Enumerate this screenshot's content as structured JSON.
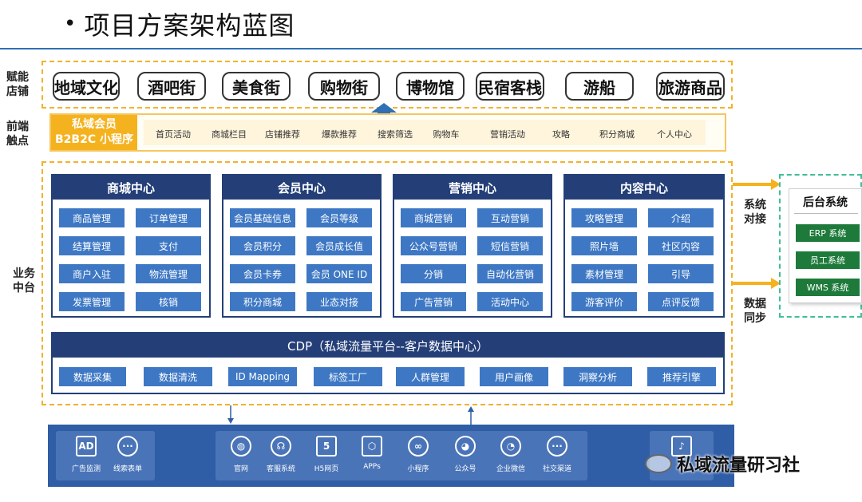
{
  "header": {
    "bullet": "•",
    "title": "项目方案架构蓝图"
  },
  "side_labels": {
    "stores": "赋能\n店铺",
    "frontend": "前端\n触点",
    "middle": "业务\n中台",
    "sys_connect": "系统\n对接",
    "data_sync": "数据\n同步"
  },
  "stores": [
    "地域文化",
    "酒吧街",
    "美食街",
    "购物街",
    "博物馆",
    "民宿客栈",
    "游船",
    "旅游商品"
  ],
  "frontend": {
    "member_line1": "私域会员",
    "member_line2": "B2B2C 小程序",
    "touchpoints": [
      "首页活动",
      "商城栏目",
      "店铺推荐",
      "爆款推荐",
      "搜索筛选",
      "购物车",
      "营销活动",
      "攻略",
      "积分商城",
      "个人中心"
    ]
  },
  "centers": [
    {
      "title": "商城中心",
      "items": [
        "商品管理",
        "订单管理",
        "结算管理",
        "支付",
        "商户入驻",
        "物流管理",
        "发票管理",
        "核销"
      ]
    },
    {
      "title": "会员中心",
      "items": [
        "会员基础信息",
        "会员等级",
        "会员积分",
        "会员成长值",
        "会员卡券",
        "会员 ONE ID",
        "积分商城",
        "业态对接"
      ]
    },
    {
      "title": "营销中心",
      "items": [
        "商城营销",
        "互动营销",
        "公众号营销",
        "短信营销",
        "分销",
        "自动化营销",
        "广告营销",
        "活动中心"
      ]
    },
    {
      "title": "内容中心",
      "items": [
        "攻略管理",
        "介绍",
        "照片墙",
        "社区内容",
        "素材管理",
        "引导",
        "游客评价",
        "点评反馈"
      ]
    }
  ],
  "cdp": {
    "title": "CDP（私域流量平台--客户数据中心）",
    "items": [
      "数据采集",
      "数据清洗",
      "ID Mapping",
      "标签工厂",
      "人群管理",
      "用户画像",
      "洞察分析",
      "推荐引擎"
    ]
  },
  "backend": {
    "title": "后台系统",
    "items": [
      "ERP 系统",
      "员工系统",
      "WMS 系统"
    ]
  },
  "bottom": {
    "left": [
      {
        "icon": "ad-icon",
        "glyph": "AD",
        "label": "广告监测"
      },
      {
        "icon": "chat-dots-icon",
        "glyph": "···",
        "label": "线索表单"
      }
    ],
    "middle": [
      {
        "icon": "globe-icon",
        "glyph": "◍",
        "label": "官网"
      },
      {
        "icon": "headset-icon",
        "glyph": "☊",
        "label": "客服系统"
      },
      {
        "icon": "html5-icon",
        "glyph": "5",
        "label": "H5网页"
      },
      {
        "icon": "cube-icon",
        "glyph": "⬡",
        "label": "APPs"
      },
      {
        "icon": "mini-program-icon",
        "glyph": "∞",
        "label": "小程序"
      },
      {
        "icon": "wechat-icon",
        "glyph": "◕",
        "label": "公众号"
      },
      {
        "icon": "wecom-icon",
        "glyph": "◔",
        "label": "企业微信"
      },
      {
        "icon": "social-icon",
        "glyph": "···",
        "label": "社交渠道"
      }
    ],
    "right": [
      {
        "icon": "tiktok-icon",
        "glyph": "♪"
      }
    ]
  },
  "watermark": {
    "text": "私域流量研习社"
  },
  "colors": {
    "accent": "#2f6fb5",
    "navy": "#243f78",
    "chip": "#3e78c4",
    "orange": "#f5b21f",
    "green": "#1e7a3a"
  }
}
